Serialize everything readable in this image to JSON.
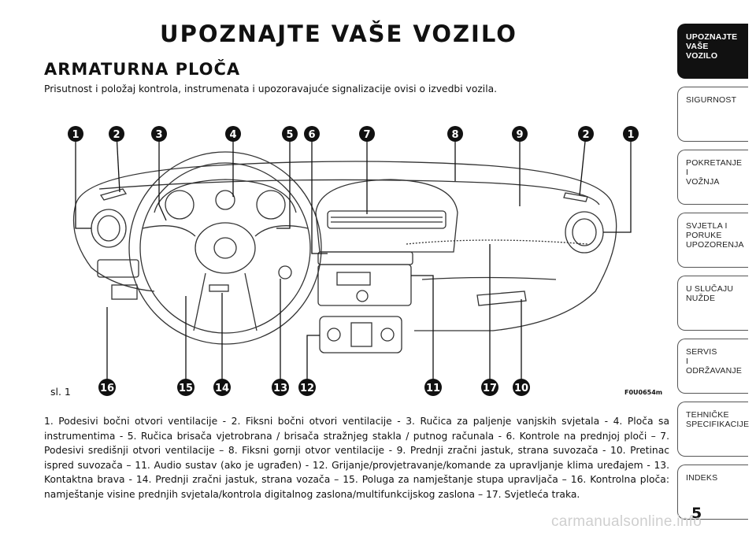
{
  "page_heading": "UPOZNAJTE VAŠE VOZILO",
  "section_title": "ARMATURNA PLOČA",
  "intro_text": "Prisutnost i položaj kontrola, instrumenata i upozoravajuće signalizacije ovisi o izvedbi vozila.",
  "figure": {
    "label": "sl. 1",
    "code": "F0U0654m",
    "top_callouts": [
      "1",
      "2",
      "3",
      "4",
      "5",
      "6",
      "7",
      "8",
      "9",
      "2",
      "1"
    ],
    "bottom_callouts": [
      "16",
      "15",
      "14",
      "13",
      "12",
      "11",
      "17",
      "10"
    ]
  },
  "caption": "1. Podesivi bočni otvori ventilacije - 2. Fiksni bočni otvori ventilacije - 3. Ručica za paljenje vanjskih svjetala - 4. Ploča sa instrumentima - 5. Ručica brisača vjetrobrana / brisača stražnjeg stakla / putnog računala - 6. Kontrole na prednjoj ploči – 7. Podesivi središnji otvori ventilacije – 8. Fiksni gornji otvor ventilacije - 9. Prednji zračni jastuk, strana suvozača - 10. Pretinac ispred suvozača – 11. Audio sustav (ako je ugrađen) - 12. Grijanje/provjetravanje/komande za upravljanje klima uređajem - 13. Kontaktna brava - 14. Prednji zračni jastuk, strana vozača – 15. Poluga za namještanje stupa upravljača – 16. Kontrolna ploča: namještanje visine prednjih svjetala/kontrola digitalnog zaslona/multifunkcijskog zaslona – 17. Svjetleća traka.",
  "sidebar": [
    {
      "label": "UPOZNAJTE\nVAŠE\nVOZILO",
      "active": true
    },
    {
      "label": "SIGURNOST",
      "active": false
    },
    {
      "label": "POKRETANJE\nI\nVOŽNJA",
      "active": false
    },
    {
      "label": "SVJETLA I\nPORUKE\nUPOZORENJA",
      "active": false
    },
    {
      "label": "U SLUČAJU\nNUŽDE",
      "active": false
    },
    {
      "label": "SERVIS\nI\nODRŽAVANJE",
      "active": false
    },
    {
      "label": "TEHNIČKE\nSPECIFIKACIJE",
      "active": false
    },
    {
      "label": "INDEKS",
      "active": false
    }
  ],
  "page_number": "5",
  "watermark": "carmanualsonline.info",
  "colors": {
    "ink": "#111111",
    "active_tab": "#111111",
    "watermark": "#cfcfcf"
  }
}
